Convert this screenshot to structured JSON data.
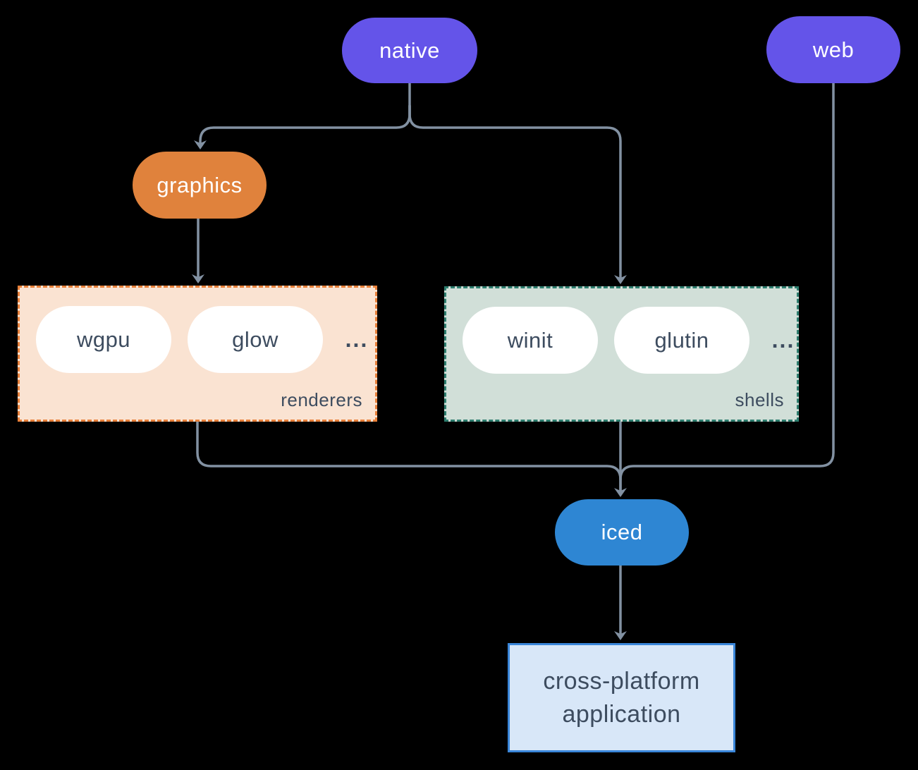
{
  "nodes": {
    "native": {
      "label": "native",
      "color": "#6454e9"
    },
    "web": {
      "label": "web",
      "color": "#6454e9"
    },
    "graphics": {
      "label": "graphics",
      "color": "#e0823c"
    },
    "iced": {
      "label": "iced",
      "color": "#2e86d3"
    },
    "application": {
      "line1": "cross-platform",
      "line2": "application",
      "fill": "#d8e7f8",
      "border": "#3a86d9"
    }
  },
  "groups": {
    "renderers": {
      "label": "renderers",
      "items": [
        "wgpu",
        "glow"
      ],
      "more": "...",
      "fill": "#fae3d2",
      "border": "#e8803a"
    },
    "shells": {
      "label": "shells",
      "items": [
        "winit",
        "glutin"
      ],
      "more": "...",
      "fill": "#d1dfd8",
      "border": "#2d7d6e"
    }
  },
  "colors": {
    "background": "#000000",
    "connector": "#8291a2",
    "node_text_light": "#ffffff",
    "node_text_dark": "#3d4c5f"
  }
}
